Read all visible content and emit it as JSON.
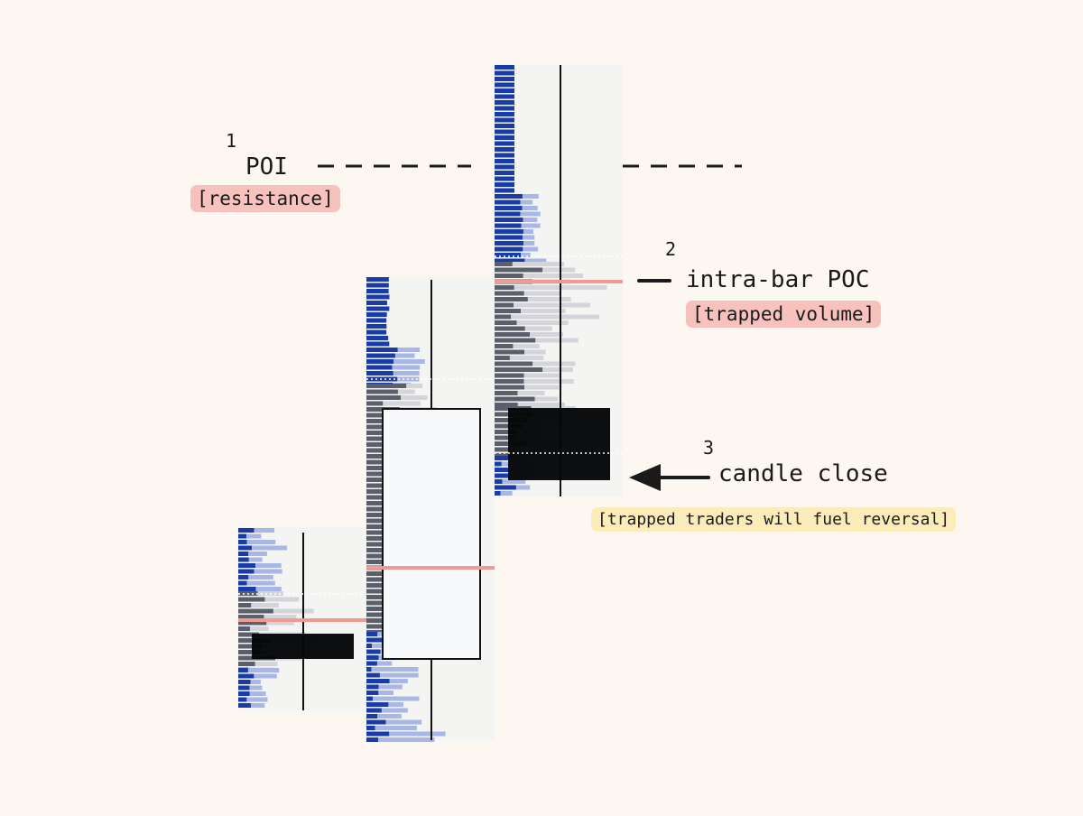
{
  "colors": {
    "background": "#fdf7f1",
    "panel": "#f4f4f2",
    "buy": "#1a3ca8",
    "buy_light": "#a9b7e6",
    "sell": "#5b5f6b",
    "sell_light": "#d3d5da",
    "poc": "#f09a92",
    "tag_red": "#f7c1bd",
    "tag_yellow": "#fbecb9",
    "ink": "#1a1a1a"
  },
  "annotations": {
    "poi": {
      "number": "1",
      "label": "POI",
      "tag": "[resistance]"
    },
    "poc": {
      "number": "2",
      "label": "intra-bar POC",
      "tag": "[trapped volume]"
    },
    "close": {
      "number": "3",
      "label": "candle close",
      "tag": "[trapped traders will fuel reversal]"
    }
  },
  "icons": {
    "close_arrow": "arrow-left-icon",
    "poc_marker": "dash-icon"
  }
}
